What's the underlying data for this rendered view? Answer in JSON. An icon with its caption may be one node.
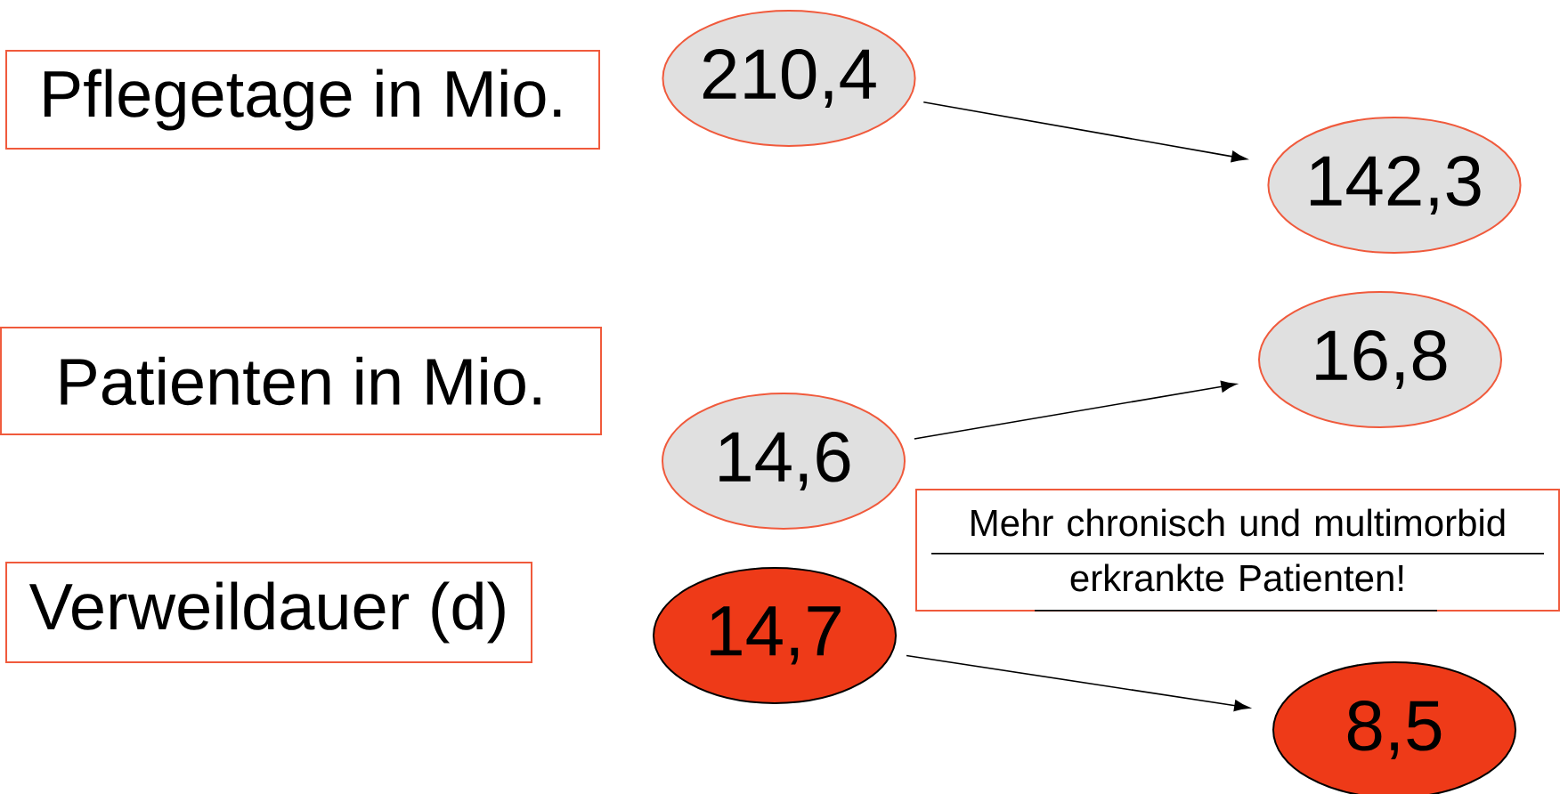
{
  "diagram": {
    "nodes": [
      {
        "text": [
          "Pflegetage in Mio."
        ]
      },
      {
        "text": [
          "210,4"
        ]
      },
      {
        "text": [
          "142,3"
        ]
      },
      {
        "text": [
          "Patienten in Mio."
        ]
      },
      {
        "text": [
          "16,8"
        ]
      },
      {
        "text": [
          "14,6"
        ]
      },
      {
        "text": [
          "Mehr chronisch und multimorbid erkrankte Patienten!"
        ]
      },
      {
        "text": [
          "Verweildauer (d)"
        ]
      },
      {
        "text": [
          "14,7"
        ]
      },
      {
        "text": [
          "8,5"
        ]
      }
    ],
    "edges": [
      {
        "from": 1,
        "to": 2,
        "arrow": "to"
      },
      {
        "from": 5,
        "to": 4,
        "arrow": "to"
      },
      {
        "from": 8,
        "to": 9,
        "arrow": "to"
      }
    ]
  }
}
